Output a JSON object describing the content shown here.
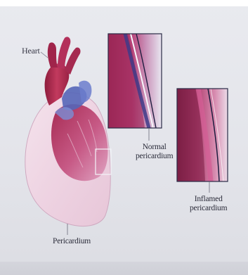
{
  "labels": {
    "heart": "Heart",
    "normal_line1": "Normal",
    "normal_line2": "pericardium",
    "inflamed_line1": "Inflamed",
    "inflamed_line2": "pericardium",
    "pericardium": "Pericardium"
  },
  "colors": {
    "background": "#e6e7ec",
    "heart_red": "#b02a4e",
    "muscle_pink": "#c84f7a",
    "vessel_blue": "#5566b8",
    "sac_pink": "#f2d6e4",
    "inflamed_pink": "#d88aa8"
  }
}
